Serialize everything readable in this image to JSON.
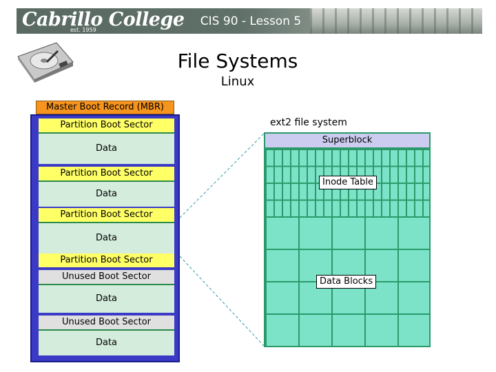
{
  "header": {
    "logo_text": "Cabrillo College",
    "logo_sub": "est. 1959",
    "lesson": "CIS 90 - Lesson 5"
  },
  "slide": {
    "title": "File Systems",
    "subtitle": "Linux"
  },
  "icons": {
    "drive": "hard-drive-icon"
  },
  "disk": {
    "mbr": "Master Boot Record (MBR)",
    "segments": [
      {
        "type": "partition_boot",
        "label": "Partition Boot Sector"
      },
      {
        "type": "data",
        "label": "Data"
      },
      {
        "type": "partition_boot",
        "label": "Partition Boot Sector"
      },
      {
        "type": "data",
        "label": "Data"
      },
      {
        "type": "partition_boot",
        "label": "Partition Boot Sector"
      },
      {
        "type": "data",
        "label": "Data"
      },
      {
        "type": "partition_boot",
        "label": "Partition Boot Sector"
      },
      {
        "type": "unused_boot",
        "label": "Unused Boot Sector"
      },
      {
        "type": "data",
        "label": "Data"
      },
      {
        "type": "unused_boot",
        "label": "Unused Boot Sector"
      },
      {
        "type": "data",
        "label": "Data"
      }
    ]
  },
  "ext2": {
    "label": "ext2 file system",
    "superblock": "Superblock",
    "inode_table": "Inode Table",
    "data_blocks": "Data Blocks"
  },
  "colors": {
    "mbr": "#f7941d",
    "partition_boot": "#ffff66",
    "unused_boot": "#e0e0e0",
    "data": "#d4ecdc",
    "disk_frame": "#3a3ac6",
    "ext2_fill": "#7de3c8",
    "superblock": "#ccccf0"
  }
}
